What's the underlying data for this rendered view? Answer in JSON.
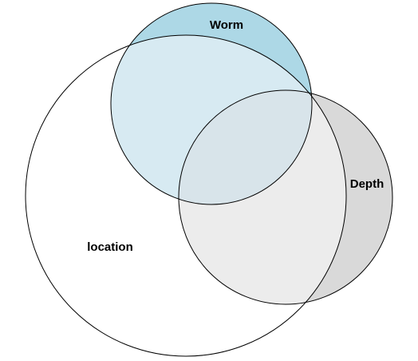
{
  "diagram": {
    "type": "venn",
    "sets": {
      "worm": {
        "label": "Worm",
        "fill": "#add8e6"
      },
      "depth": {
        "label": "Depth",
        "fill": "#d9d9d9"
      },
      "location": {
        "label": "location",
        "fill": "#ffffff"
      }
    },
    "outline_color": "#000000"
  }
}
